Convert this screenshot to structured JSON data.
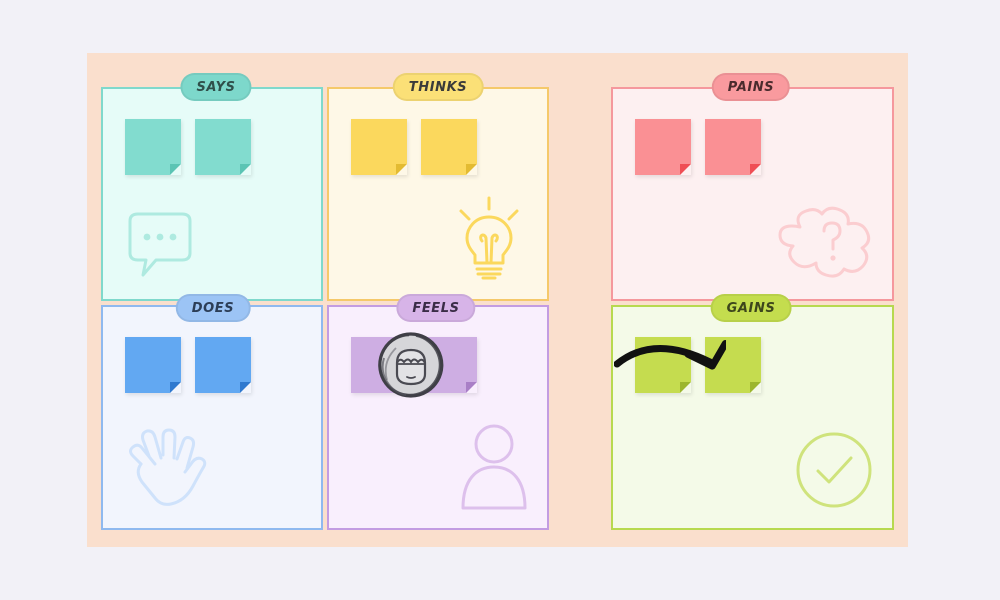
{
  "board": {
    "name": "empathy-map",
    "canvas_color": "#fadfcd",
    "page_background": "#f2f1f7"
  },
  "groups": [
    {
      "id": "left",
      "name": "user-profile-group"
    },
    {
      "id": "right",
      "name": "pains-gains-group"
    }
  ],
  "quadrants": [
    {
      "id": "says",
      "label": "SAYS",
      "icon": "speech-bubble-icon",
      "fill": "#e6fcf8",
      "border": "#7fd9cc",
      "pill_fill": "#7dd8cb",
      "pill_text": "#2f4f4a",
      "note_color": "#82dccf",
      "note_fold": "#5bc4b4",
      "icon_color": "#aeeae0",
      "note_count": 2
    },
    {
      "id": "thinks",
      "label": "THINKS",
      "icon": "lightbulb-icon",
      "fill": "#fef8e7",
      "border": "#f5c96a",
      "pill_fill": "#fbe077",
      "pill_text": "#3a3a3a",
      "note_color": "#fbd85d",
      "note_fold": "#e3bb32",
      "icon_color": "#fbd85d",
      "note_count": 2
    },
    {
      "id": "does",
      "label": "DOES",
      "icon": "hand-icon",
      "fill": "#f2f5fd",
      "border": "#8fb9ef",
      "pill_fill": "#9cc4f5",
      "pill_text": "#2c3e57",
      "note_color": "#62a8f2",
      "note_fold": "#2f79cf",
      "icon_color": "#cfe2fb",
      "note_count": 2
    },
    {
      "id": "feels",
      "label": "FEELS",
      "icon": "person-icon",
      "fill": "#f9effd",
      "border": "#c39ce2",
      "pill_fill": "#d7b4e8",
      "pill_text": "#3a2c47",
      "note_color": "#ceaee3",
      "note_fold": "#a97fc6",
      "icon_color": "#ddc0ec",
      "note_count": 2
    },
    {
      "id": "pains",
      "label": "PAINS",
      "icon": "thought-cloud-question-icon",
      "fill": "#fdf0f1",
      "border": "#f5989d",
      "pill_fill": "#f99a9e",
      "pill_text": "#4a2b2d",
      "note_color": "#fa9094",
      "note_fold": "#ef4e55",
      "icon_color": "#fbcdd0",
      "note_count": 2
    },
    {
      "id": "gains",
      "label": "GAINS",
      "icon": "check-circle-icon",
      "fill": "#f4fae8",
      "border": "#b7d94f",
      "pill_fill": "#c4dd4e",
      "pill_text": "#3d461c",
      "note_color": "#c5dc4f",
      "note_fold": "#9cb62e",
      "icon_color": "#cfe37c",
      "note_count": 2
    }
  ],
  "center_avatar": {
    "name": "persona-avatar",
    "icon": "sketch-face-icon",
    "fill": "#d6d6d9",
    "stroke": "#3f3f46"
  },
  "flow_arrow": {
    "name": "flow-arrow",
    "icon": "curved-arrow-right-icon",
    "color": "#111111",
    "direction": "right"
  }
}
